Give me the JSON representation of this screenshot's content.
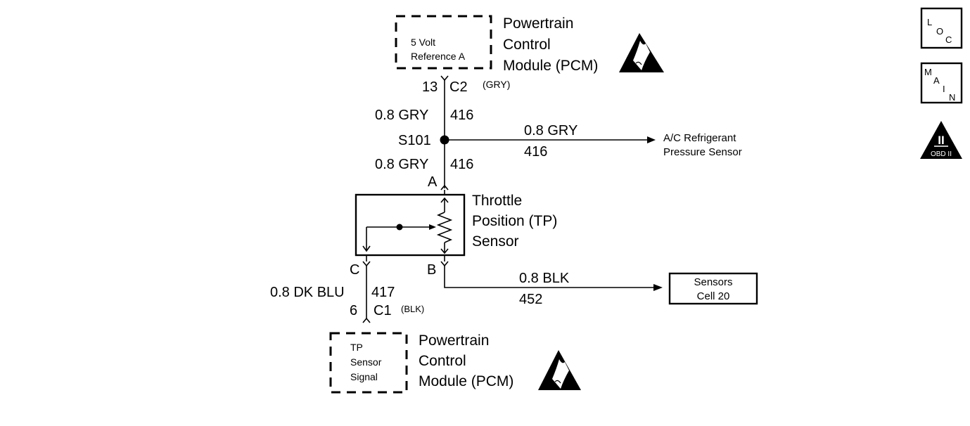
{
  "pcm_top": {
    "inner_line1": "5 Volt",
    "inner_line2": "Reference A",
    "name_line1": "Powertrain",
    "name_line2": "Control",
    "name_line3": "Module (PCM)"
  },
  "connector_c2": {
    "pin": "13",
    "connector": "C2",
    "color": "(GRY)"
  },
  "wire_upper": {
    "gauge_color": "0.8 GRY",
    "circuit": "416"
  },
  "splice": {
    "label": "S101"
  },
  "wire_branch": {
    "gauge_color": "0.8 GRY",
    "circuit": "416",
    "destination_line1": "A/C Refrigerant",
    "destination_line2": "Pressure Sensor"
  },
  "wire_lower": {
    "gauge_color": "0.8 GRY",
    "circuit": "416"
  },
  "tp_sensor": {
    "pin_a": "A",
    "pin_b": "B",
    "pin_c": "C",
    "name_line1": "Throttle",
    "name_line2": "Position (TP)",
    "name_line3": "Sensor"
  },
  "wire_signal": {
    "gauge_color": "0.8 DK BLU",
    "circuit": "417"
  },
  "connector_c1": {
    "pin": "6",
    "connector": "C1",
    "color": "(BLK)"
  },
  "wire_ground": {
    "gauge_color": "0.8 BLK",
    "circuit": "452"
  },
  "sensors_ref": {
    "line1": "Sensors",
    "line2": "Cell 20"
  },
  "pcm_bottom": {
    "inner_line1": "TP",
    "inner_line2": "Sensor",
    "inner_line3": "Signal",
    "name_line1": "Powertrain",
    "name_line2": "Control",
    "name_line3": "Module (PCM)"
  },
  "side_icons": {
    "loc": {
      "l": "L",
      "o": "O",
      "c": "C"
    },
    "main": {
      "m": "M",
      "a": "A",
      "i": "I",
      "n": "N"
    },
    "obd": {
      "roman": "II",
      "text": "OBD II"
    }
  }
}
